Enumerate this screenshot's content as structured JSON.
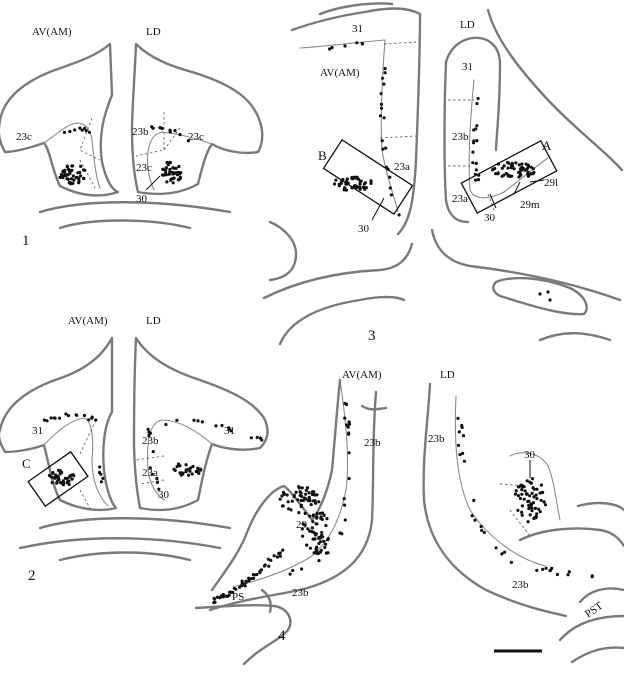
{
  "panel1": {
    "number": "1",
    "labels": {
      "thalamus_left": "AV(AM)",
      "thalamus_right": "LD",
      "area_23c_left": "23c",
      "area_23b": "23b",
      "area_23c_right": "23c",
      "area_23c_inner": "23c",
      "area_30": "30"
    }
  },
  "panel2": {
    "number": "2",
    "labels": {
      "thalamus_left": "AV(AM)",
      "thalamus_right": "LD",
      "area_31_left": "31",
      "area_31_right": "31",
      "area_23b": "23b",
      "area_23a": "23a",
      "area_30": "30",
      "box_c": "C"
    }
  },
  "panel3": {
    "number": "3",
    "labels": {
      "area_31_left": "31",
      "thalamus_left": "AV(AM)",
      "thalamus_right": "LD",
      "area_31_right": "31",
      "area_23b": "23b",
      "area_23a_left": "23a",
      "area_23a_right": "23a",
      "area_30_left": "30",
      "area_30_right": "30",
      "area_29l": "29l",
      "area_29m": "29m",
      "box_a": "A",
      "box_b": "B"
    }
  },
  "panel4": {
    "number": "4",
    "labels": {
      "thalamus_left": "AV(AM)",
      "thalamus_right": "LD",
      "area_23b_upper_left": "23b",
      "area_23b_upper_right": "23b",
      "area_29": "29",
      "area_ps": "PS",
      "area_23b_lower_left": "23b",
      "area_30": "30",
      "area_23b_lower_right": "23b",
      "area_pst": "PST"
    }
  }
}
